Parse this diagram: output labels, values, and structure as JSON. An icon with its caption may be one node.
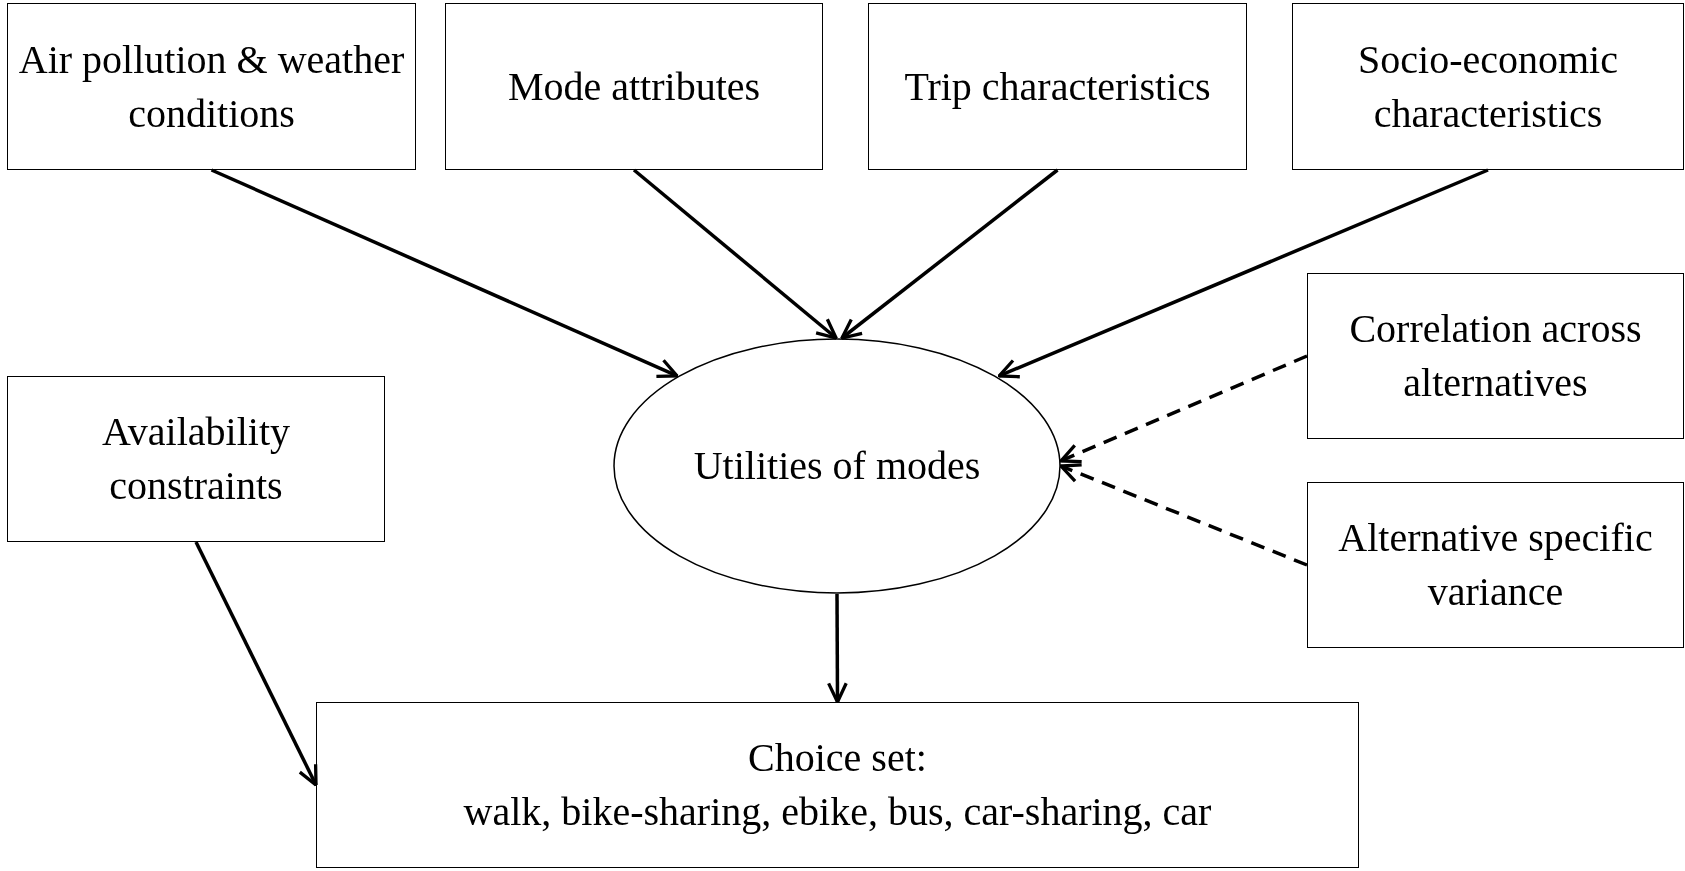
{
  "diagram": {
    "nodes": [
      {
        "text": [
          "Air pollution & weather conditions"
        ]
      },
      {
        "text": [
          "Mode attributes"
        ]
      },
      {
        "text": [
          "Trip characteristics"
        ]
      },
      {
        "text": [
          "Socio-economic characteristics"
        ]
      },
      {
        "text": [
          "Correlation across alternatives"
        ]
      },
      {
        "text": [
          "Availability constraints"
        ]
      },
      {
        "text": [
          "Utilities of modes"
        ]
      },
      {
        "text": [
          "Alternative specific variance"
        ]
      },
      {
        "text": [
          "Choice set:",
          "walk, bike-sharing, ebike, bus, car-sharing, car"
        ]
      }
    ],
    "edges": [
      {
        "from": 0,
        "to": 6,
        "arrow": "to"
      },
      {
        "from": 1,
        "to": 6,
        "arrow": "to"
      },
      {
        "from": 2,
        "to": 6,
        "arrow": "to"
      },
      {
        "from": 3,
        "to": 6,
        "arrow": "to"
      },
      {
        "from": 4,
        "to": 6,
        "arrow": "to",
        "style": "dashed"
      },
      {
        "from": 7,
        "to": 6,
        "arrow": "to",
        "style": "dashed"
      },
      {
        "from": 6,
        "to": 8,
        "arrow": "to"
      },
      {
        "from": 5,
        "to": 8,
        "arrow": "to"
      }
    ]
  }
}
